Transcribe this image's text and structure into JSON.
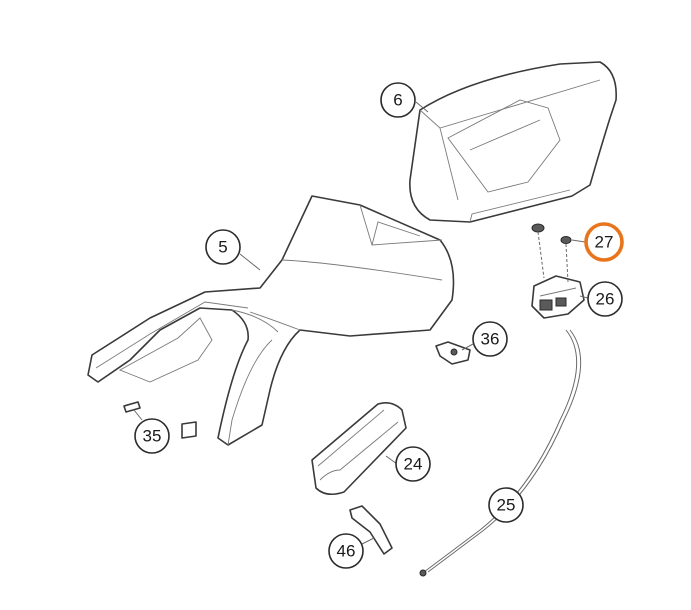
{
  "diagram": {
    "callouts": [
      {
        "id": "c6",
        "label": "6"
      },
      {
        "id": "c5",
        "label": "5"
      },
      {
        "id": "c27",
        "label": "27",
        "highlighted": true
      },
      {
        "id": "c26",
        "label": "26"
      },
      {
        "id": "c36",
        "label": "36"
      },
      {
        "id": "c35",
        "label": "35"
      },
      {
        "id": "c24",
        "label": "24"
      },
      {
        "id": "c25",
        "label": "25"
      },
      {
        "id": "c46",
        "label": "46"
      }
    ],
    "highlight_color": "#e8741c"
  }
}
